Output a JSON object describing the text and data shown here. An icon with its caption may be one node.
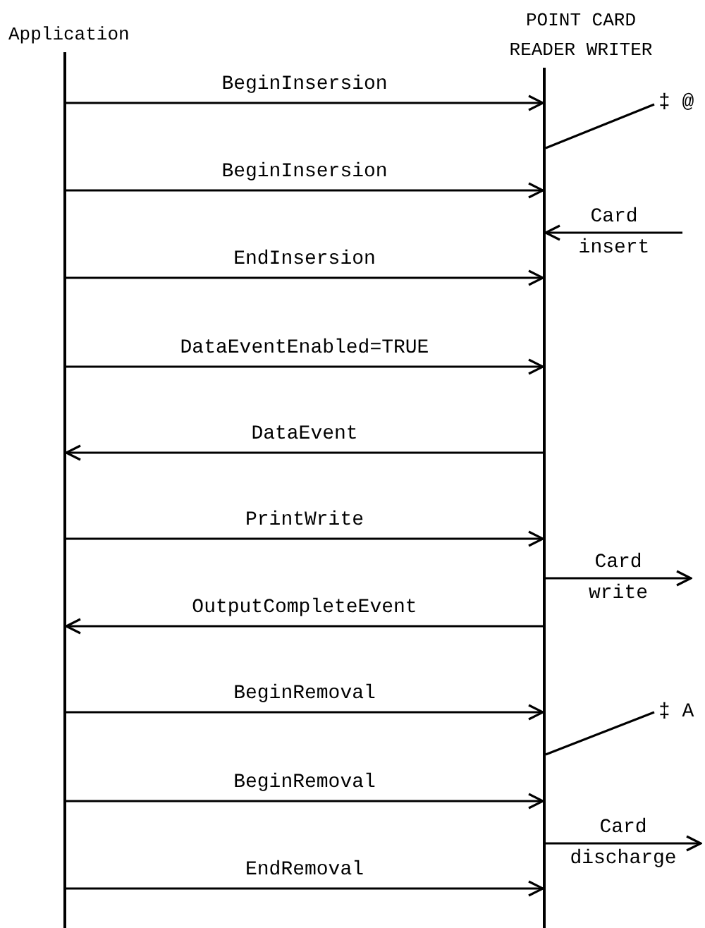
{
  "diagram": {
    "nodes": [
      {
        "text": [
          "Application"
        ]
      },
      {
        "text": [
          "POINT CARD READER WRITER"
        ]
      },
      {
        "text": [
          "‡ @"
        ]
      },
      {
        "text": [
          "‡ A"
        ]
      }
    ],
    "edges": [
      {
        "from": 0,
        "to": 1,
        "arrow": "to",
        "label": "BeginInsersion"
      },
      {
        "from": 2,
        "to": 1,
        "arrow": "none"
      },
      {
        "from": 0,
        "to": 1,
        "arrow": "to",
        "label": "BeginInsersion"
      },
      {
        "from": null,
        "to": 1,
        "arrow": "to",
        "label": "Card insert"
      },
      {
        "from": 0,
        "to": 1,
        "arrow": "to",
        "label": "EndInsersion"
      },
      {
        "from": 0,
        "to": 1,
        "arrow": "to",
        "label": "DataEventEnabled=TRUE"
      },
      {
        "from": 1,
        "to": 0,
        "arrow": "to",
        "label": "DataEvent"
      },
      {
        "from": 0,
        "to": 1,
        "arrow": "to",
        "label": "PrintWrite"
      },
      {
        "from": 1,
        "to": null,
        "arrow": "to",
        "label": "Card write"
      },
      {
        "from": 1,
        "to": 0,
        "arrow": "to",
        "label": "OutputCompleteEvent"
      },
      {
        "from": 0,
        "to": 1,
        "arrow": "to",
        "label": "BeginRemoval"
      },
      {
        "from": 3,
        "to": 1,
        "arrow": "none"
      },
      {
        "from": 0,
        "to": 1,
        "arrow": "to",
        "label": "BeginRemoval"
      },
      {
        "from": 1,
        "to": null,
        "arrow": "to",
        "label": "Card discharge"
      },
      {
        "from": 0,
        "to": 1,
        "arrow": "to",
        "label": "EndRemoval"
      }
    ]
  }
}
